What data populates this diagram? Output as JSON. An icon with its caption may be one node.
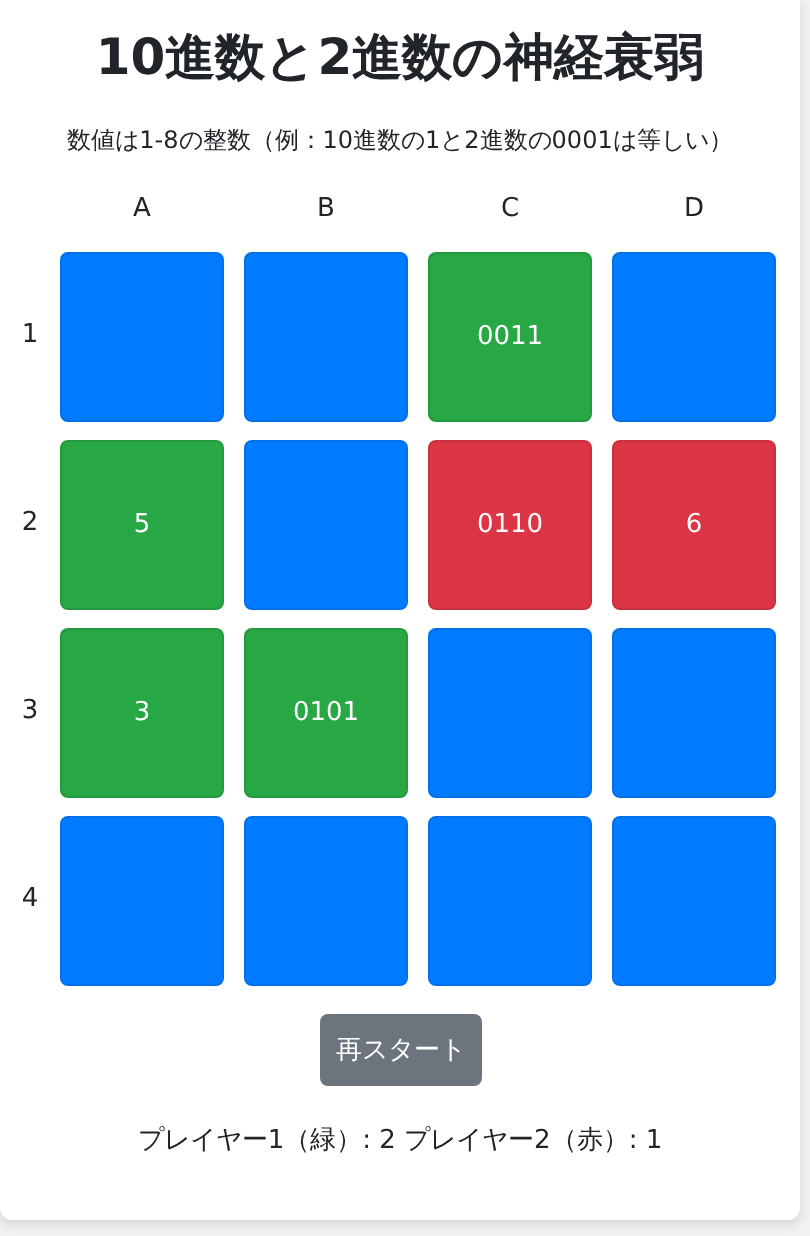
{
  "diagram": {
    "title": "10進数と2進数の神経衰弱",
    "nodes": [
      {
        "text": [],
        "shape": "box"
      },
      {
        "text": [],
        "shape": "box"
      },
      {
        "text": [
          "0011"
        ]
      },
      {
        "text": [],
        "shape": "box"
      },
      {
        "text": [
          "5"
        ]
      },
      {
        "text": [],
        "shape": "box"
      },
      {
        "text": [
          "0110"
        ]
      },
      {
        "text": [
          "6"
        ]
      },
      {
        "text": [
          "3"
        ]
      },
      {
        "text": [
          "0101"
        ]
      },
      {
        "text": [],
        "shape": "box"
      },
      {
        "text": [],
        "shape": "box"
      },
      {
        "text": [],
        "shape": "box"
      },
      {
        "text": [],
        "shape": "box"
      },
      {
        "text": [],
        "shape": "box"
      },
      {
        "text": [],
        "shape": "box"
      }
    ],
    "labels": [
      "数値は1-8の整数（例：10進数の1と2進数の0001は等しい）",
      "A",
      "B",
      "C",
      "D",
      "1",
      "2",
      "3",
      "4",
      "再スタート",
      "プレイヤー1（緑）: 2 プレイヤー2（赤）: 1"
    ]
  }
}
